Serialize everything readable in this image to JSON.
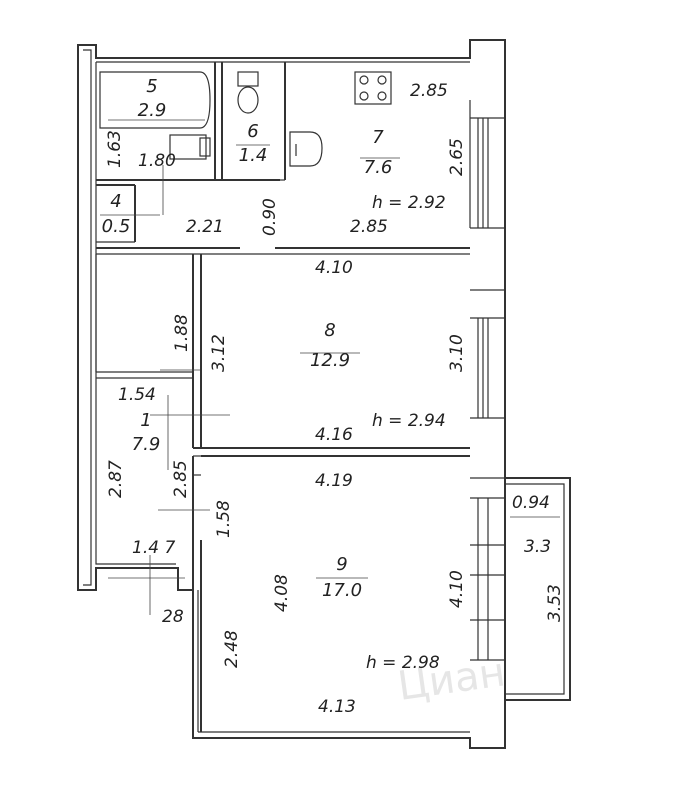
{
  "rooms": [
    {
      "id": "5",
      "area": "2.9"
    },
    {
      "id": "6",
      "area": "1.4"
    },
    {
      "id": "7",
      "area": "7.6"
    },
    {
      "id": "4",
      "area": "0.5"
    },
    {
      "id": "8",
      "area": "12.9"
    },
    {
      "id": "1",
      "area": "7.9"
    },
    {
      "id": "9",
      "area": "17.0"
    }
  ],
  "dimensions": {
    "d_163": "1.63",
    "d_180": "1.80",
    "d_285_top": "2.85",
    "d_265": "2.65",
    "h_292": "h = 2.92",
    "d_090": "0.90",
    "d_221": "2.21",
    "d_285_bottom": "2.85",
    "d_410_top": "4.10",
    "d_188": "1.88",
    "d_312": "3.12",
    "d_310": "3.10",
    "d_154": "1.54",
    "d_416": "4.16",
    "h_294": "h = 2.94",
    "d_287": "2.87",
    "d_285_hall": "2.85",
    "d_419": "4.19",
    "d_158": "1.58",
    "d_147": "1.4 7",
    "d_28": "28",
    "d_408": "4.08",
    "d_410_right": "4.10",
    "d_248": "2.48",
    "h_298": "h = 2.98",
    "d_413": "4.13",
    "d_094": "0.94",
    "d_33": "3.3",
    "d_353": "3.53"
  },
  "watermark": "Циан"
}
